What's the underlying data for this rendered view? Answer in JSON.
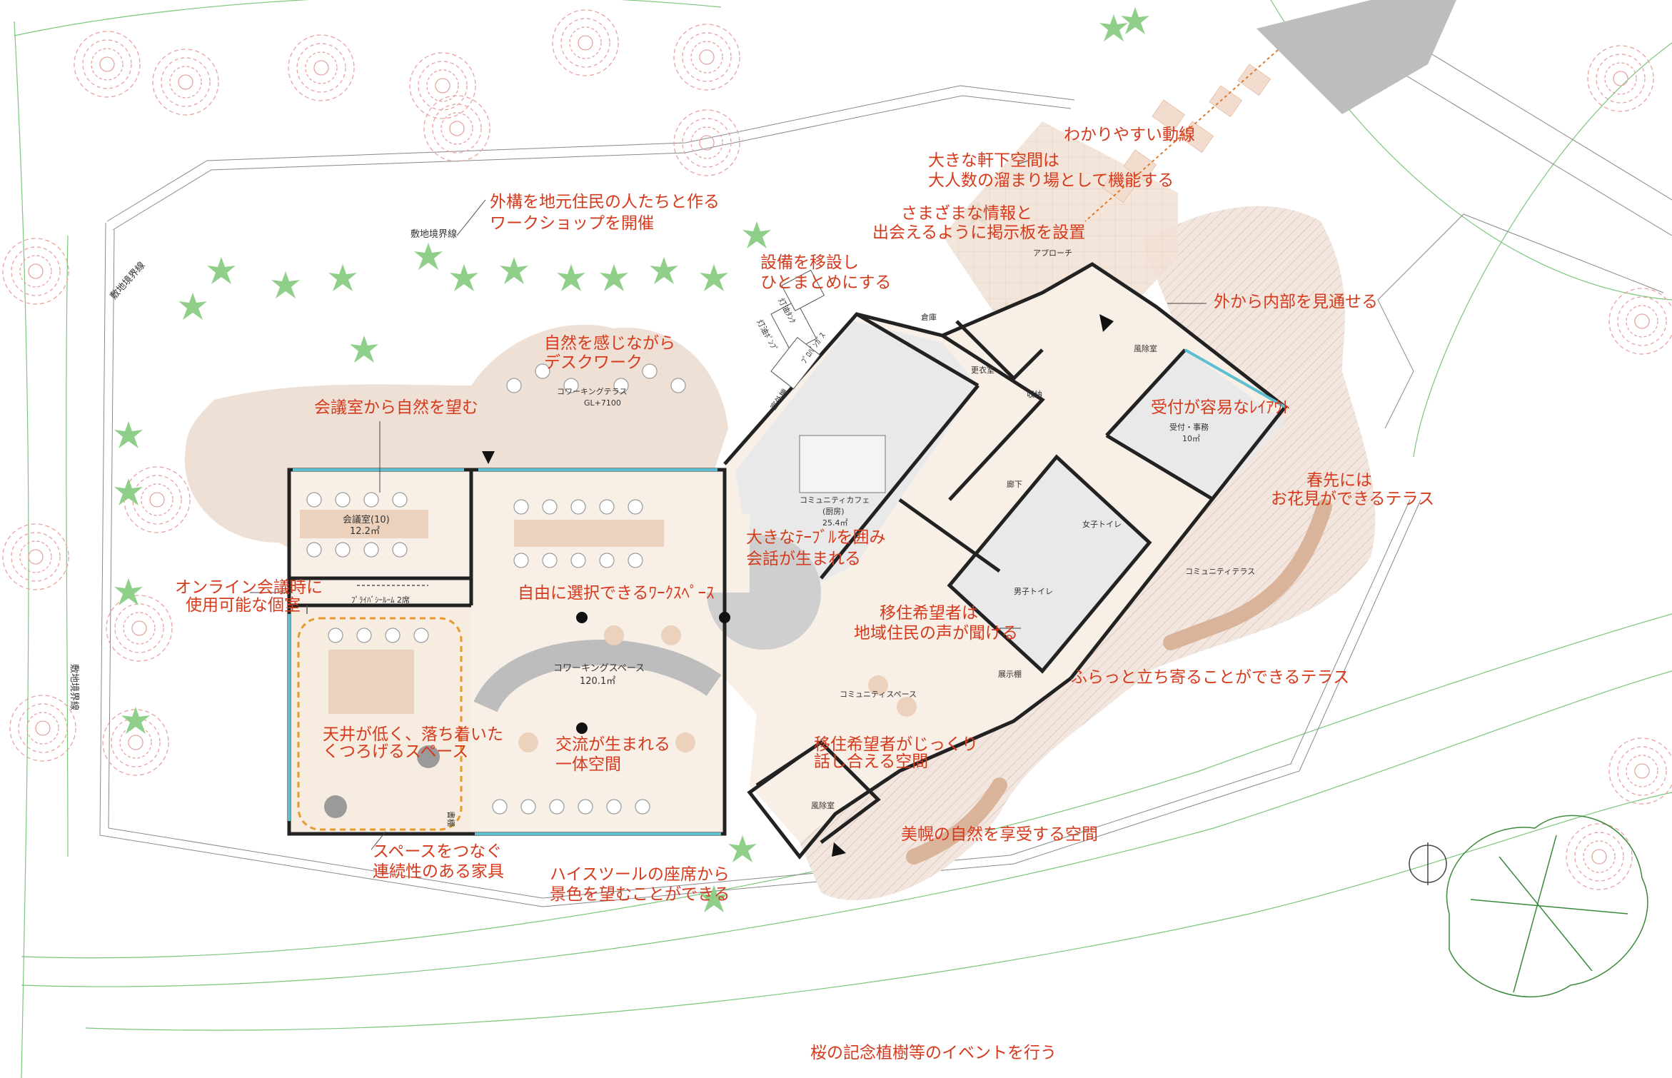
{
  "annotations": {
    "workshop_1": "外構を地元住民の人たちと作る",
    "workshop_2": "ワークショップを開催",
    "boundary": "敷地境界線",
    "nature_desk_1": "自然を感じながら",
    "nature_desk_2": "デスクワーク",
    "meeting_view": "会議室から自然を望む",
    "online_1": "オンライン会議時に",
    "online_2": "使用可能な個室",
    "free_work": "自由に選択できるﾜｰｸｽﾍﾟｰｽ",
    "big_table_1": "大きなﾃｰﾌﾞﾙを囲み",
    "big_table_2": "会話が生まれる",
    "exchange_1": "交流が生まれる",
    "exchange_2": "一体空間",
    "ceiling_1": "天井が低く、落ち着いた",
    "ceiling_2": "くつろげるスペース",
    "furniture_1": "スペースをつなぐ",
    "furniture_2": "連続性のある家具",
    "highstool_1": "ハイスツールの座席から",
    "highstool_2": "景色を望むことができる",
    "equipment_1": "設備を移設し",
    "equipment_2": "ひとまとめにする",
    "eaves_1": "大きな軒下空間は",
    "eaves_2": "大人数の溜まり場として機能する",
    "info_1": "さまざまな情報と",
    "info_2": "出会えるように掲示板を設置",
    "flow": "わかりやすい動線",
    "see_through": "外から内部を見通せる",
    "reception_layout": "受付が容易なﾚｲｱｳﾄ",
    "spring_1": "春先には",
    "spring_2": "お花見ができるテラス",
    "migrants_1": "移住希望者は",
    "migrants_2": "地域住民の声が聞ける",
    "dropin_terrace": "ふらっと立ち寄ることができるテラス",
    "talk_1": "移住希望者がじっくり",
    "talk_2": "話し合える空間",
    "beauty": "美幌の自然を享受する空間",
    "sakura_event": "桜の記念植樹等のイベントを行う"
  },
  "rooms": {
    "meeting_room": "会議室(10)",
    "meeting_area": "12.2㎡",
    "private_room": "ﾌﾟﾗｲﾊﾞｼｰﾙｰﾑ 2席",
    "coworking_terrace": "コワーキングテラス",
    "terrace_level": "GL+7100",
    "coworking_space": "コワーキングスペース",
    "coworking_area": "120.1㎡",
    "cafe": "コミュニティカフェ",
    "cafe_sub": "(厨房)",
    "cafe_area": "25.4㎡",
    "storage": "倉庫",
    "changing": "更衣室",
    "closet": "収納",
    "corridor": "廊下",
    "approach": "アプローチ",
    "windbreak_n": "風除室",
    "windbreak_s": "風除室",
    "reception": "受付・事務",
    "reception_area": "10㎡",
    "womens_wc": "女子トイレ",
    "mens_wc": "男子トイレ",
    "community_space": "コミュニティスペース",
    "community_terrace": "コミュニティテラス",
    "oil_tank": "灯油ﾀﾝｸ",
    "oil_pump": "灯油ﾎﾟﾝﾌﾟ",
    "propane": "ﾌﾟﾛﾊﾟﾝｶﾞｽ",
    "outdoor_unit": "室外機",
    "display_shelf": "展示棚",
    "book_shelf": "書棚"
  },
  "colors": {
    "annotation": "#d63a1c",
    "tree_red": "#e8a3a0",
    "tree_green": "#8fcf8a",
    "glass": "#5bbfcf",
    "terrace": "#f0e4dc",
    "floor": "#f8efe7",
    "service": "#e9e9e9"
  }
}
